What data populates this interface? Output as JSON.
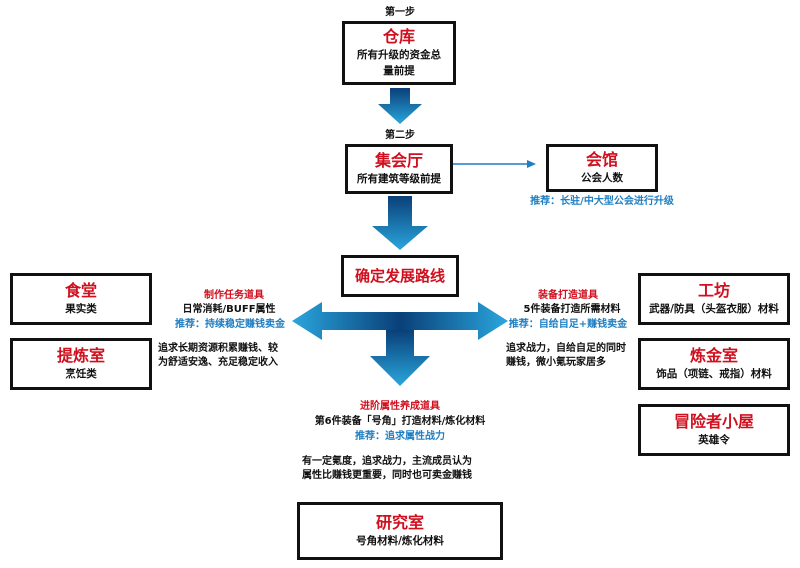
{
  "colors": {
    "accent_red": "#d0101e",
    "accent_blue": "#1f7fc2",
    "arrow_dark": "#0a4f8c",
    "arrow_light": "#2e9fd8"
  },
  "step1": "第一步",
  "step2": "第二步",
  "warehouse": {
    "title": "仓库",
    "desc_line1": "所有升级的资金总",
    "desc_line2": "量前提"
  },
  "hall": {
    "title": "集会厅",
    "desc": "所有建筑等级前提"
  },
  "guild": {
    "title": "会馆",
    "desc": "公会人数",
    "note": "推荐：长驻/中大型公会进行升级"
  },
  "direction": {
    "title": "确定发展路线"
  },
  "left_path": {
    "head": "制作任务道具",
    "sub": "日常消耗/BUFF属性",
    "rec": "推荐：持续稳定赚钱卖金",
    "desc_line1": "追求长期资源积累赚钱、较",
    "desc_line2": "为舒适安逸、充足稳定收入"
  },
  "right_path": {
    "head": "装备打造道具",
    "sub": "5件装备打造所需材料",
    "rec": "推荐：自给自足+赚钱卖金",
    "desc_line1": "追求战力，自给自足的同时",
    "desc_line2": "赚钱，微小氪玩家居多"
  },
  "bottom_path": {
    "head": "进阶属性养成道具",
    "sub": "第6件装备「号角」打造材料/炼化材料",
    "rec": "推荐：追求属性战力",
    "desc_line1": "有一定氪度，追求战力，主流成员认为",
    "desc_line2": "属性比赚钱更重要，同时也可卖金赚钱"
  },
  "canteen": {
    "title": "食堂",
    "desc": "果实类"
  },
  "refinery": {
    "title": "提炼室",
    "desc": "烹饪类"
  },
  "workshop": {
    "title": "工坊",
    "desc": "武器/防具（头盔衣服）材料"
  },
  "alchemy": {
    "title": "炼金室",
    "desc": "饰品（项链、戒指）材料"
  },
  "adventurer": {
    "title": "冒险者小屋",
    "desc": "英雄令"
  },
  "lab": {
    "title": "研究室",
    "desc": "号角材料/炼化材料"
  }
}
